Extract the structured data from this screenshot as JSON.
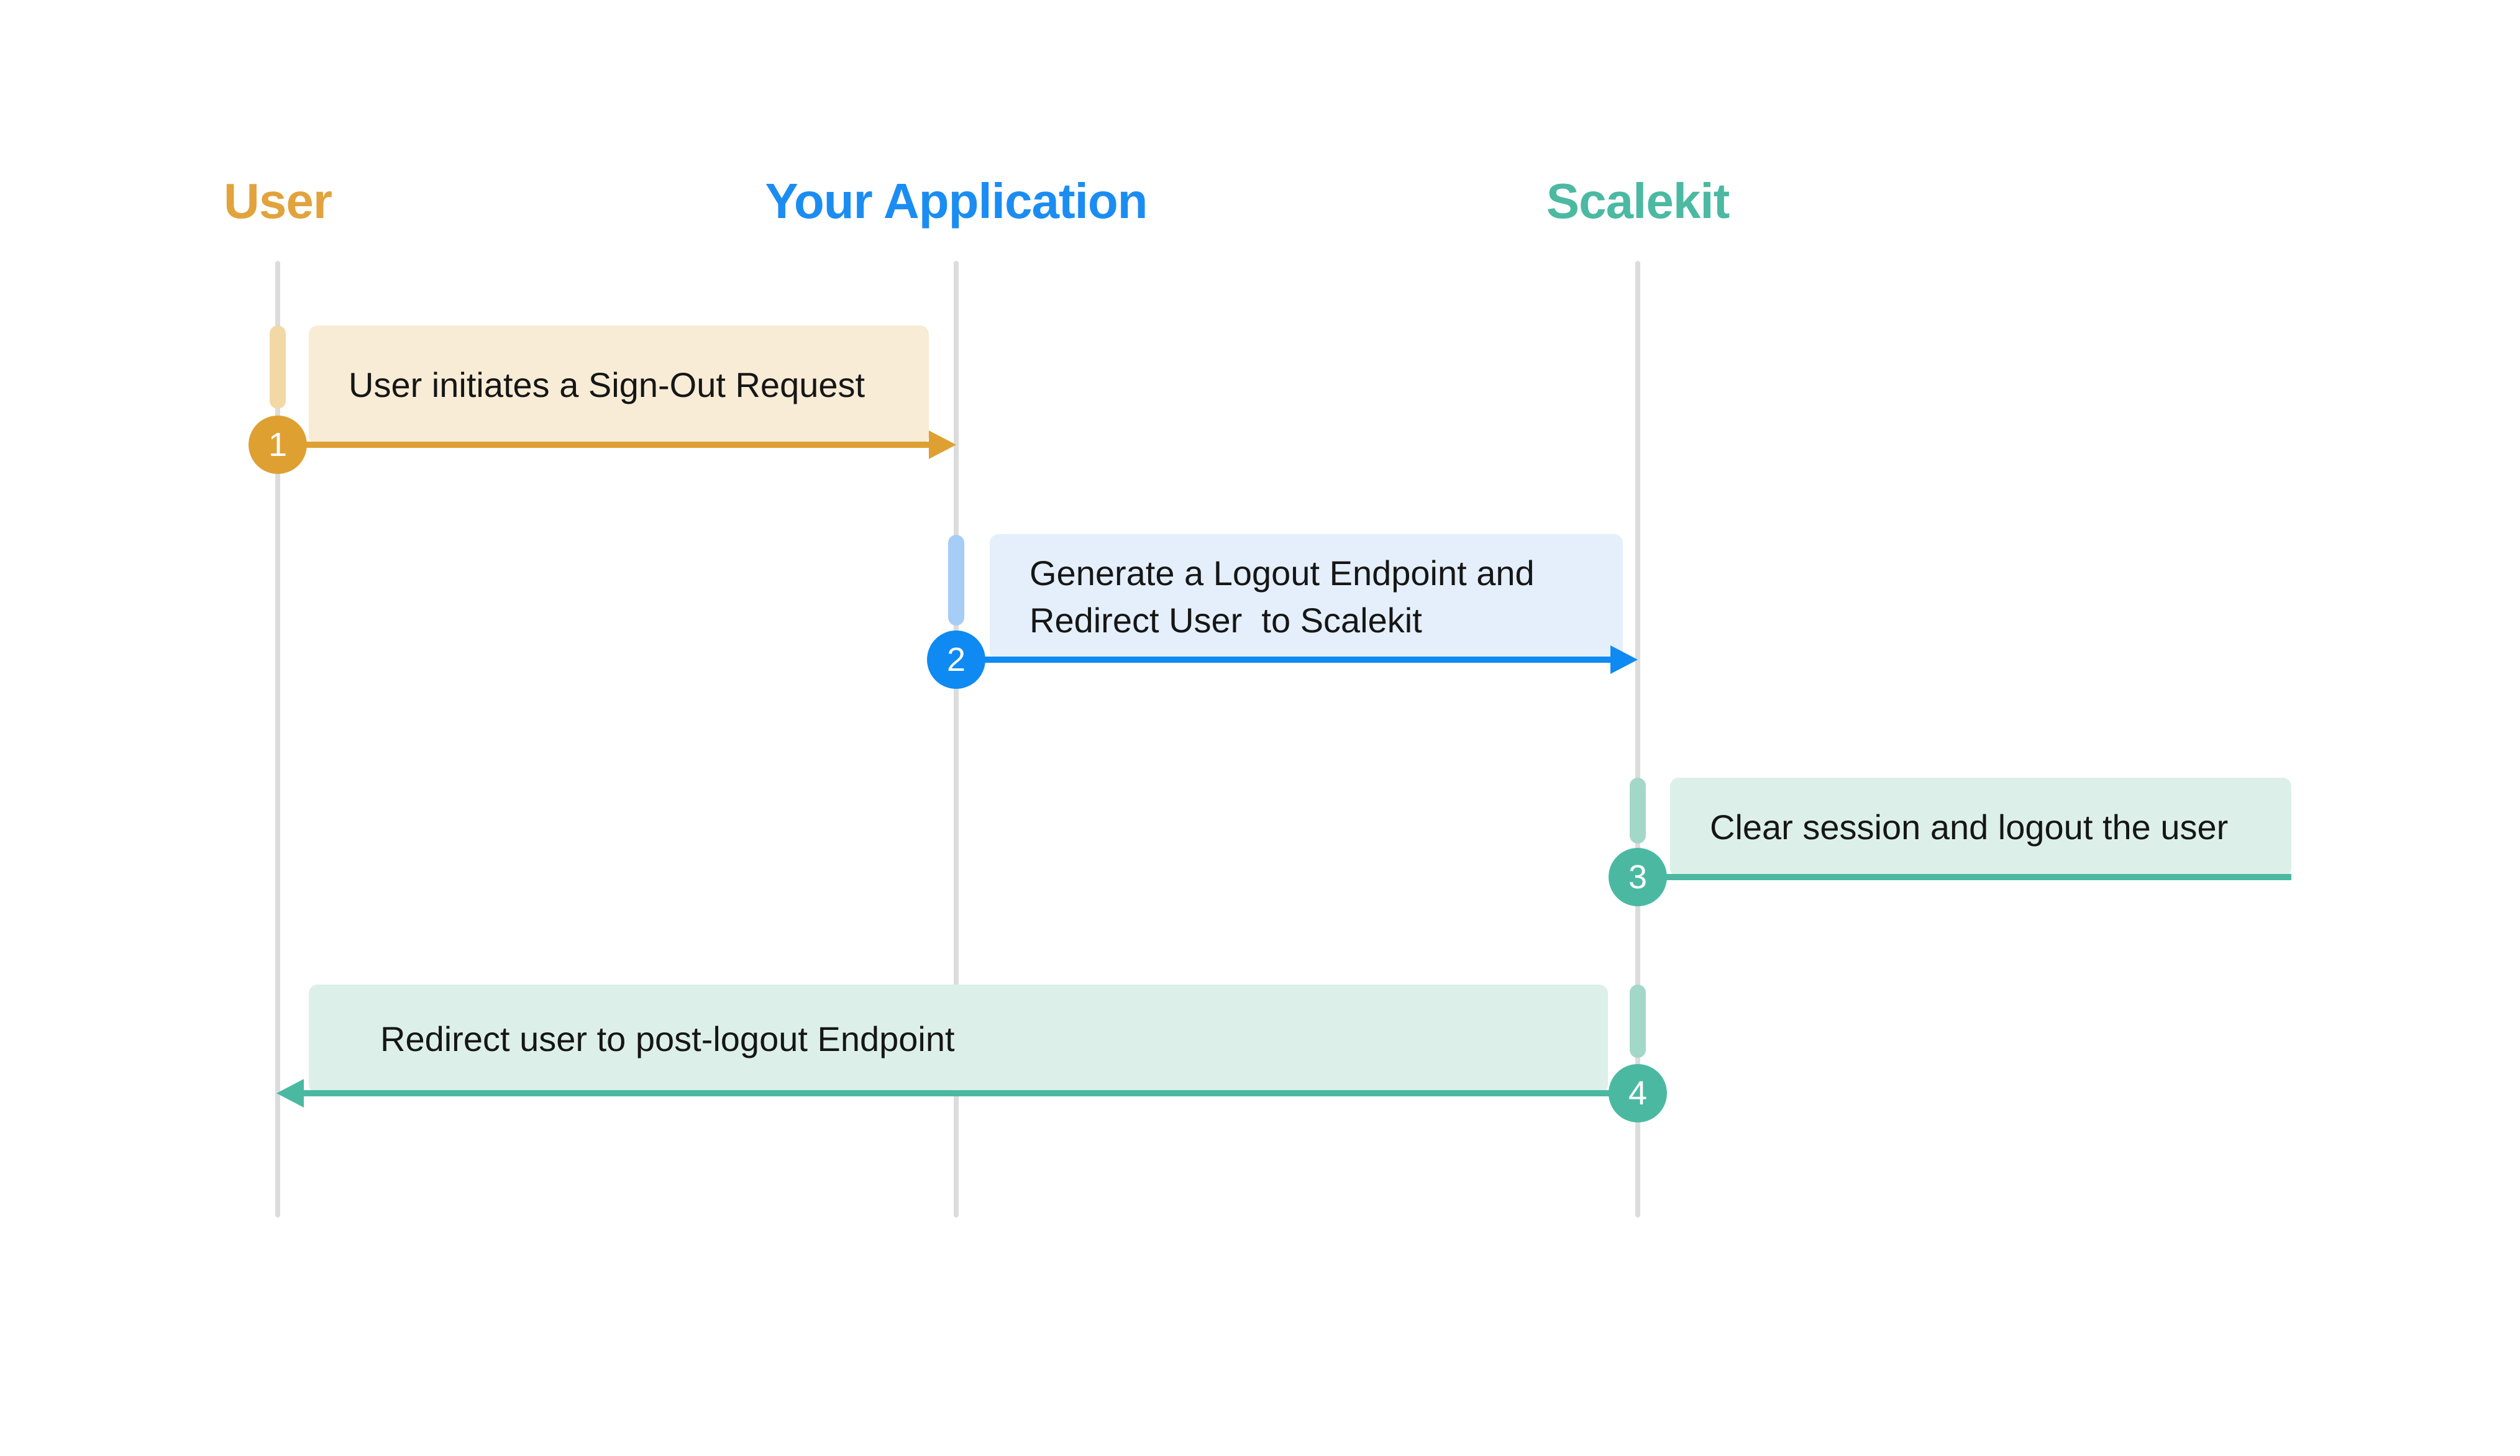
{
  "diagram": {
    "type": "sequence",
    "background": "#FFFFFF",
    "lifeline_color": "#DCDCDC",
    "text_color": "#161616"
  },
  "actors": [
    {
      "id": "user",
      "name": "User",
      "color": "#E2A33C"
    },
    {
      "id": "your-application",
      "name": "Your Application",
      "color": "#1B8DF2"
    },
    {
      "id": "scalekit",
      "name": "Scalekit",
      "color": "#4CB9A2"
    }
  ],
  "steps": [
    {
      "number": "1",
      "from": "User",
      "to": "Your Application",
      "label_lines": [
        "User initiates a Sign-Out Request"
      ],
      "accent": "#DFA032",
      "activation_color": "#F2D8A4",
      "box_fill": "#F8ECD7",
      "arrowhead": "right"
    },
    {
      "number": "2",
      "from": "Your Application",
      "to": "Scalekit",
      "label_lines": [
        "Generate a Logout Endpoint and",
        "Redirect User  to Scalekit"
      ],
      "accent": "#0F8AF2",
      "activation_color": "#A5CDF6",
      "box_fill": "#E4EFFB",
      "arrowhead": "right"
    },
    {
      "number": "3",
      "from": "Scalekit",
      "to": "Scalekit",
      "label_lines": [
        "Clear session and logout the user"
      ],
      "accent": "#4BB9A2",
      "activation_color": "#A3D8C9",
      "box_fill": "#DCF0E9",
      "arrowhead": "none"
    },
    {
      "number": "4",
      "from": "Scalekit",
      "to": "User",
      "label_lines": [
        "Redirect user to post-logout Endpoint"
      ],
      "accent": "#4BB9A2",
      "activation_color": "#A3D8C9",
      "box_fill": "#DCF0E9",
      "arrowhead": "left"
    }
  ]
}
